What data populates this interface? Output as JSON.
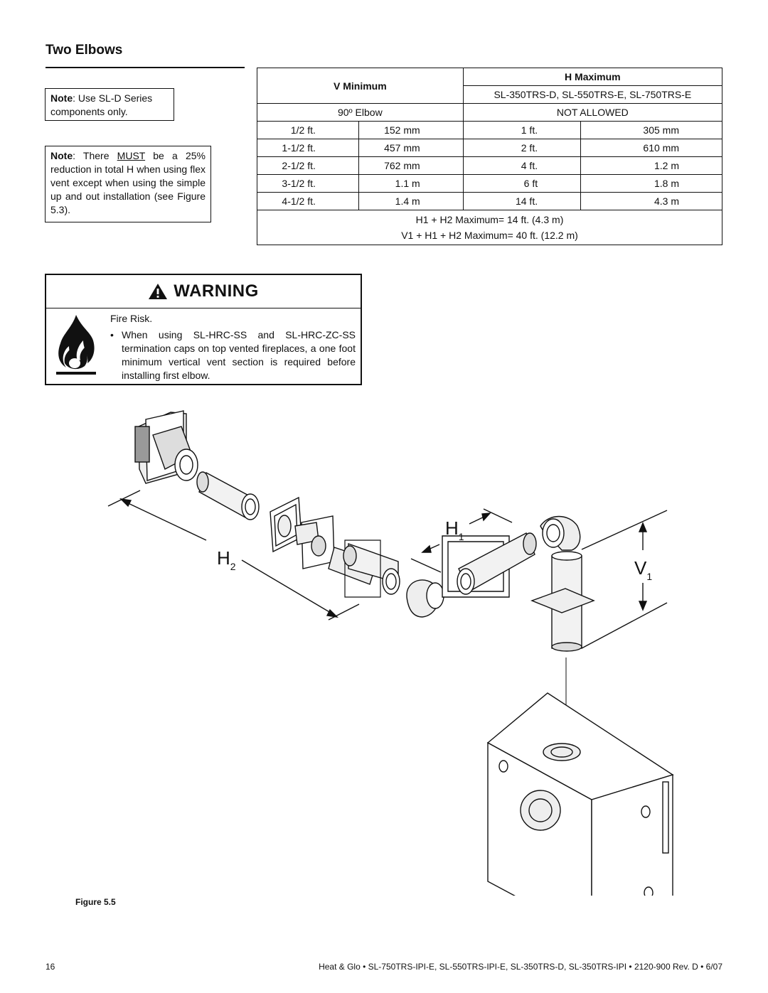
{
  "section_title": "Two Elbows",
  "note1": {
    "label": "Note",
    "text": ": Use SL-D Series components only."
  },
  "note2": {
    "label": "Note",
    "pre": ": There ",
    "emph": "MUST",
    "post": " be a 25% reduction in total H when using flex vent except when using the simple up and out installation (see Figure 5.3)."
  },
  "table": {
    "v_min_header": "V Minimum",
    "h_max_header": "H Maximum",
    "models": "SL-350TRS-D, SL-550TRS-E, SL-750TRS-E",
    "elbow_label": "90º Elbow",
    "not_allowed": "NOT ALLOWED",
    "rows": [
      [
        "1/2 ft.",
        "152 mm",
        "1 ft.",
        "305 mm"
      ],
      [
        "1-1/2 ft.",
        "457 mm",
        "2 ft.",
        "610 mm"
      ],
      [
        "2-1/2 ft.",
        "762 mm",
        "4 ft.",
        "1.2 m"
      ],
      [
        "3-1/2 ft.",
        "1.1 m",
        "6 ft",
        "1.8 m"
      ],
      [
        "4-1/2 ft.",
        "1.4 m",
        "14 ft.",
        "4.3 m"
      ]
    ],
    "footer_line1": "H1 + H2 Maximum= 14 ft. (4.3 m)",
    "footer_line2": "V1 + H1 + H2 Maximum= 40 ft. (12.2 m)"
  },
  "warning": {
    "title": "WARNING",
    "heading": "Fire Risk.",
    "bullet": "When using SL-HRC-SS and SL-HRC-ZC-SS termination caps on top vented fireplaces, a one foot minimum vertical vent section is required before installing first elbow."
  },
  "diagram_labels": {
    "h1": "H1",
    "h2": "H2",
    "v1": "V1"
  },
  "figure_caption": "Figure 5.5",
  "footer": {
    "page_number": "16",
    "text": "Heat & Glo  •  SL-750TRS-IPI-E, SL-550TRS-IPI-E, SL-350TRS-D, SL-350TRS-IPI  •  2120-900 Rev. D  •  6/07"
  }
}
